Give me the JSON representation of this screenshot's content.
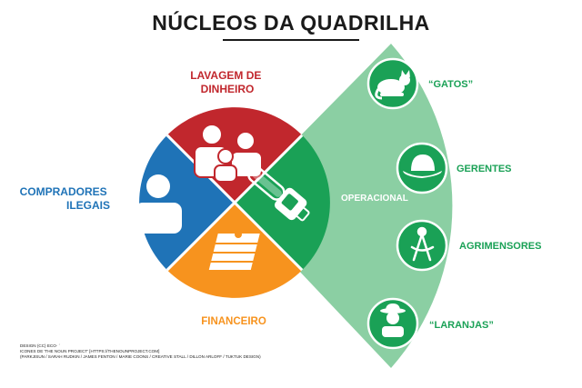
{
  "title": "NÚCLEOS DA QUADRILHA",
  "colors": {
    "lavagem": "#c1272d",
    "compradores": "#1f73b7",
    "financeiro": "#f7931e",
    "operacional": "#1aa156",
    "fan": "#8bcfa3",
    "circle_green": "#1aa156"
  },
  "sectors": [
    {
      "key": "lavagem",
      "label_lines": [
        "LAVAGEM DE",
        "DINHEIRO"
      ],
      "icon": "family-icon"
    },
    {
      "key": "compradores",
      "label_lines": [
        "COMPRADORES",
        "ILEGAIS"
      ],
      "icon": "person-icon"
    },
    {
      "key": "financeiro",
      "label_lines": [
        "FINANCEIRO"
      ],
      "icon": "money-stack-icon"
    },
    {
      "key": "operacional",
      "label_lines": [
        "OPERACIONAL"
      ],
      "icon": "chainsaw-icon"
    }
  ],
  "roles": [
    {
      "label": "“GATOS”",
      "icon": "cat-icon"
    },
    {
      "label": "GERENTES",
      "icon": "hat-icon"
    },
    {
      "label": "AGRIMENSORES",
      "icon": "compass-icon"
    },
    {
      "label": "“LARANJAS”",
      "icon": "farmer-icon"
    }
  ],
  "credits": [
    "DESIGN (CC) ECO· ´",
    "ICONES DE 'THE NOUN PROJECT' [HTTPS://THENOUNPROJECT.COM]",
    "(PARKJISUN / SARAH RUDKIN / JAMES FENTON / MARIE COONS / CREATIVE STALL / DILLON ARLOFF / TUKTUK DESIGN)"
  ]
}
